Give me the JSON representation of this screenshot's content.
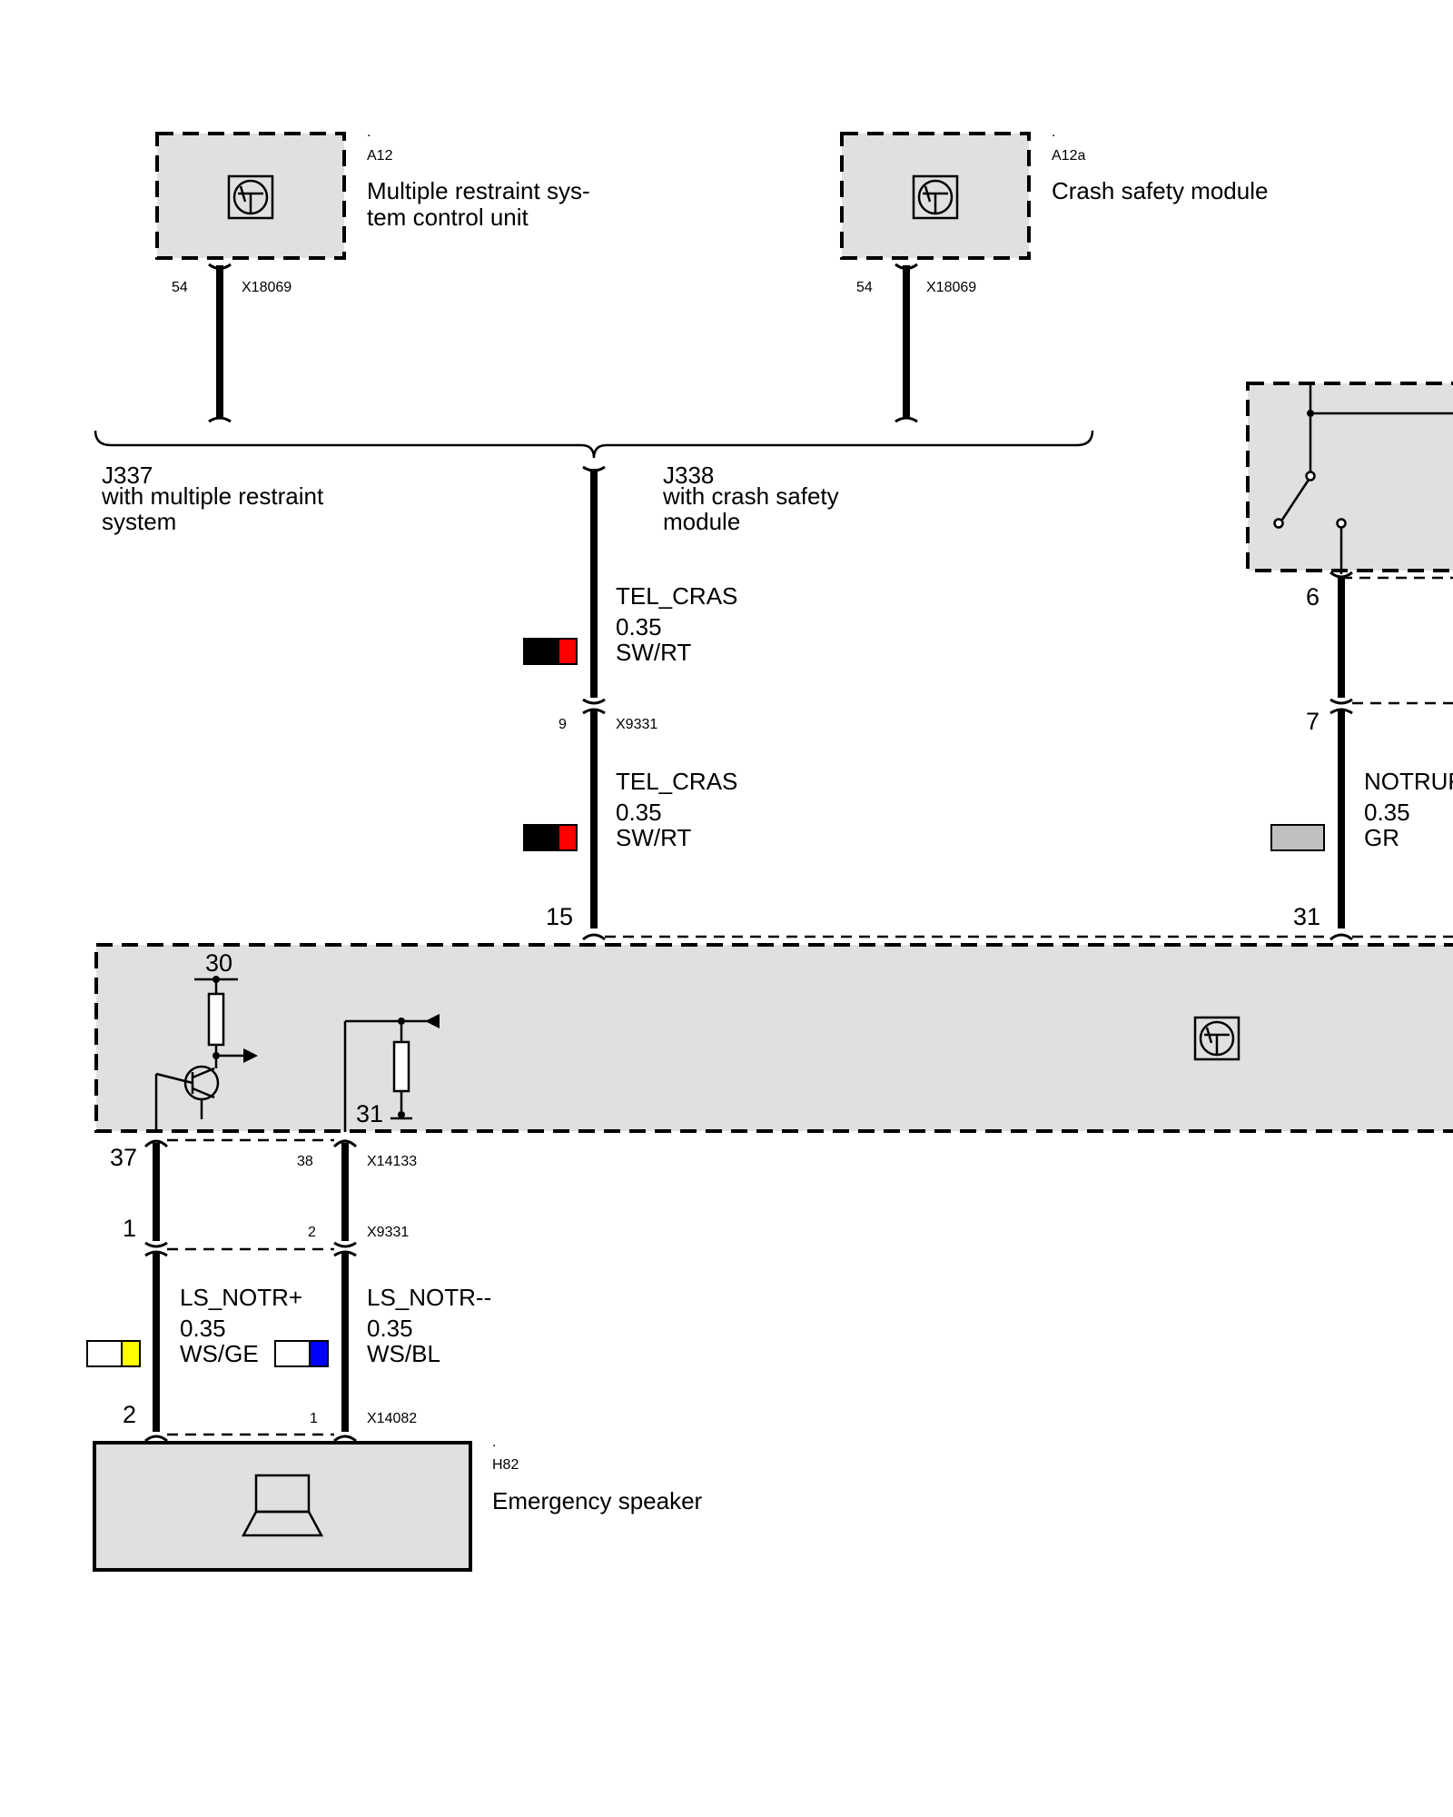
{
  "components": {
    "a12": {
      "dot": ".",
      "id": "A12",
      "name_line1": "Multiple restraint sys-",
      "name_line2": "tem control unit",
      "pin": "54",
      "connector": "X18069"
    },
    "a12a": {
      "dot": ".",
      "id": "A12a",
      "name": "Crash safety module",
      "pin": "54",
      "connector": "X18069"
    },
    "h82": {
      "dot": ".",
      "id": "H82",
      "name": "Emergency speaker"
    }
  },
  "splice": {
    "j337": {
      "id": "J337",
      "line1": "with multiple restraint",
      "line2": "system"
    },
    "j338": {
      "id": "J338",
      "line1": "with crash safety",
      "line2": "module"
    }
  },
  "wires": {
    "tel_cras_upper": {
      "signal": "TEL_CRAS",
      "size": "0.35",
      "color_code": "SW/RT",
      "colors": [
        "#000000",
        "#ff0000"
      ]
    },
    "tel_cras_lower": {
      "signal": "TEL_CRAS",
      "size": "0.35",
      "color_code": "SW/RT",
      "colors": [
        "#000000",
        "#ff0000"
      ]
    },
    "notruf": {
      "signal": "NOTRUF",
      "size": "0.35",
      "color_code": "GR",
      "colors": [
        "#c0c0c0"
      ]
    },
    "ls_plus": {
      "signal": "LS_NOTR+",
      "size": "0.35",
      "color_code": "WS/GE",
      "colors": [
        "#ffffff",
        "#ffff00"
      ]
    },
    "ls_minus": {
      "signal": "LS_NOTR--",
      "size": "0.35",
      "color_code": "WS/BL",
      "colors": [
        "#ffffff",
        "#0000ff"
      ]
    }
  },
  "pins": {
    "x9331_top": {
      "pin": "9",
      "connector": "X9331"
    },
    "main_15": "15",
    "main_31": "31",
    "relay_6": "6",
    "relay_7": "7",
    "internal_30": "30",
    "internal_31": "31",
    "x14133": {
      "pin_left": "37",
      "pin_right": "38",
      "connector": "X14133"
    },
    "x9331_bottom": {
      "pin_left": "1",
      "pin_right": "2",
      "connector": "X9331"
    },
    "x14082": {
      "pin_left": "2",
      "pin_right": "1",
      "connector": "X14082"
    }
  },
  "icons": [
    "control-unit-icon",
    "transistor-icon",
    "resistor-icon",
    "switch-icon",
    "speaker-icon",
    "ground-icon"
  ]
}
